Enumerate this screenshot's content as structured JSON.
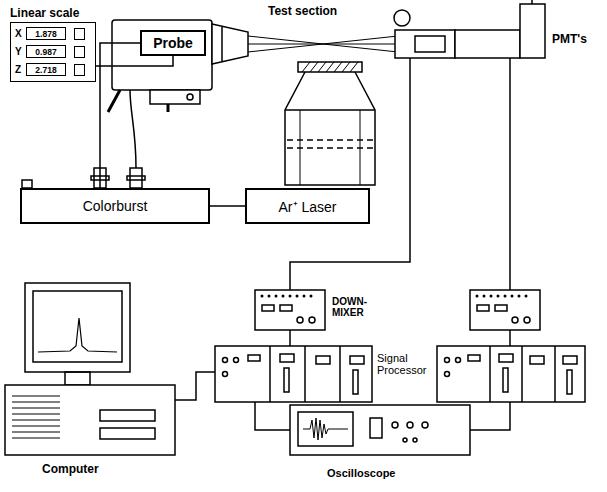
{
  "diagram": {
    "nodes": [
      {
        "text": [
          "Linear scale",
          "X",
          "1.878",
          "Y",
          "0.987",
          "Z",
          "2.718"
        ]
      },
      {
        "text": [
          "Probe"
        ]
      },
      {
        "text": [
          "PMT's"
        ]
      },
      {
        "text": [
          "Colorburst"
        ]
      },
      {
        "text": [
          "Ar⁺ Laser"
        ]
      },
      {
        "text": [
          "DOWN- MIXER"
        ]
      },
      {
        "text": [
          "Signal Processor"
        ]
      },
      {
        "text": [
          "Computer"
        ]
      },
      {
        "text": [
          "Oscilloscope"
        ]
      }
    ],
    "edges": [
      {
        "from": 0,
        "to": 1,
        "arrow": "none"
      },
      {
        "from": 3,
        "to": 1,
        "arrow": "none"
      },
      {
        "from": 4,
        "to": 3,
        "arrow": "none"
      },
      {
        "from": 2,
        "to": 5,
        "arrow": "none"
      },
      {
        "from": 5,
        "to": 6,
        "arrow": "none"
      },
      {
        "from": 6,
        "to": 7,
        "arrow": "none"
      },
      {
        "from": 6,
        "to": 8,
        "arrow": "none"
      }
    ],
    "labels": [
      "Test section"
    ]
  }
}
